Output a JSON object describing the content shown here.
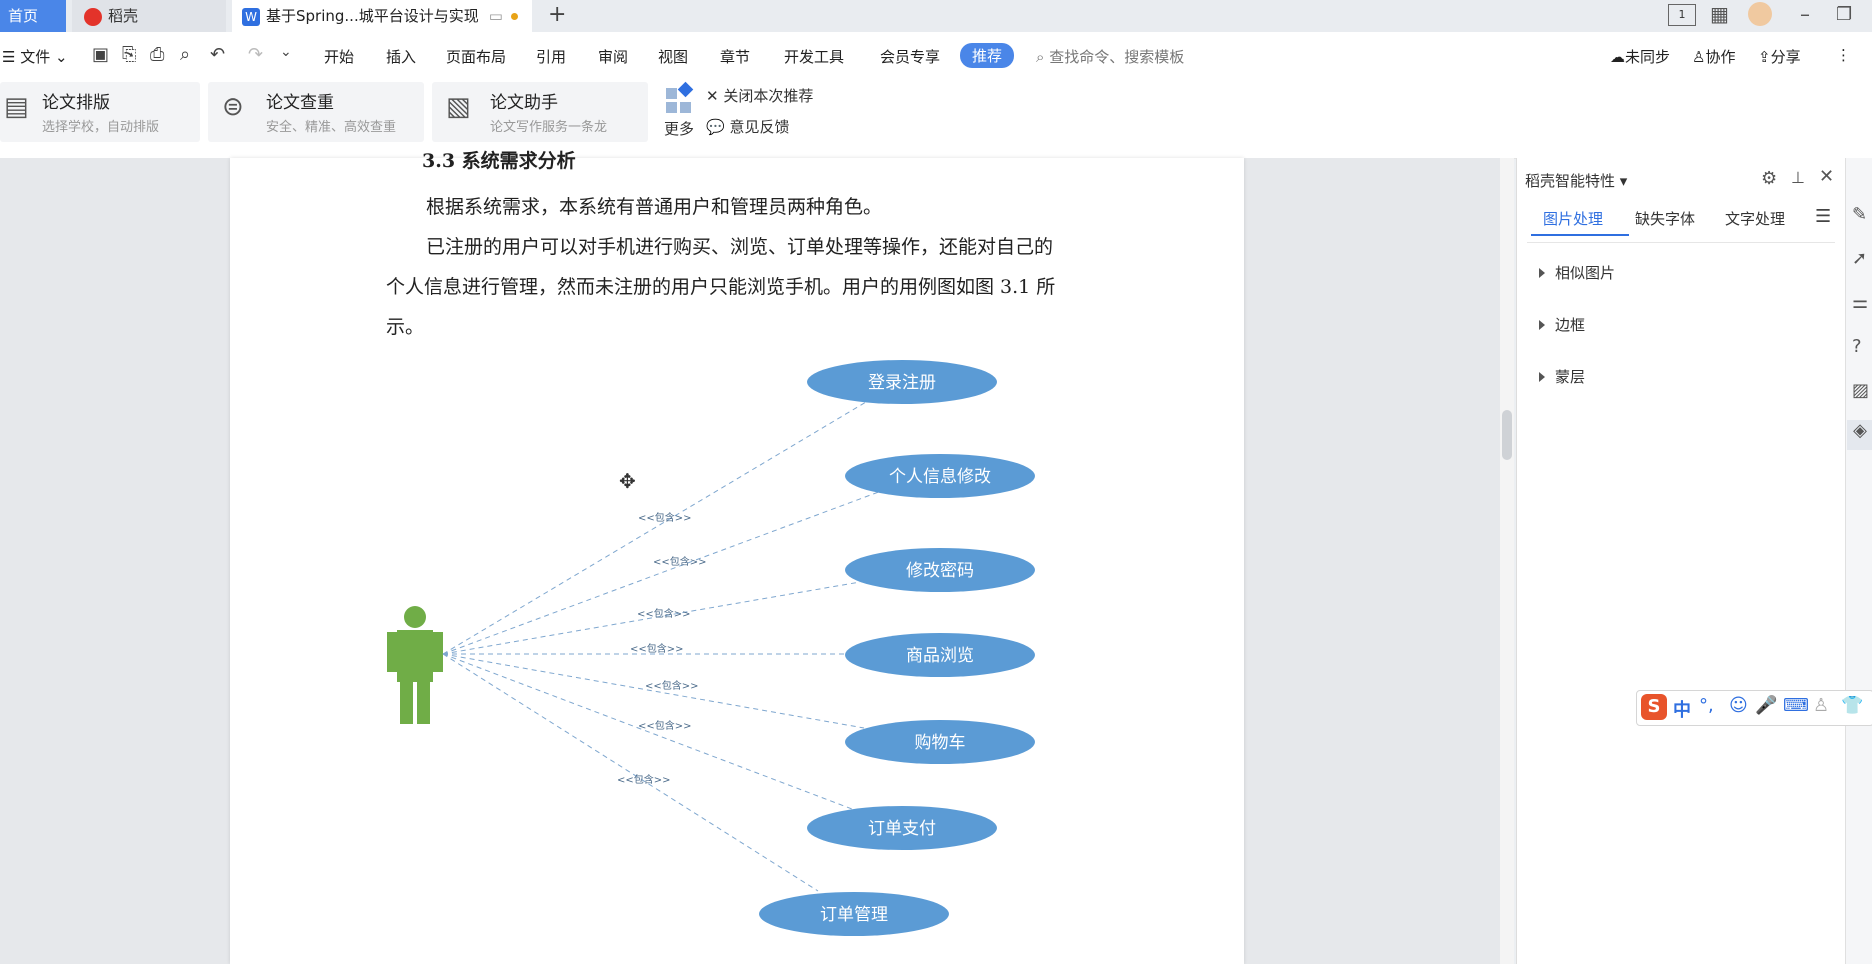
{
  "tabs": {
    "home": "首页",
    "daoke": "稻壳",
    "doc": "基于Spring...城平台设计与实现"
  },
  "menubar": {
    "file": "文件",
    "items": [
      "开始",
      "插入",
      "页面布局",
      "引用",
      "审阅",
      "视图",
      "章节",
      "开发工具",
      "会员专享"
    ],
    "recommend": "推荐",
    "search_placeholder": "查找命令、搜索模板",
    "sync": "未同步",
    "collab": "协作",
    "share": "分享"
  },
  "ribbon": {
    "cards": [
      {
        "title": "论文排版",
        "sub": "选择学校，自动排版"
      },
      {
        "title": "论文查重",
        "sub": "安全、精准、高效查重"
      },
      {
        "title": "论文助手",
        "sub": "论文写作服务一条龙"
      }
    ],
    "more": "更多",
    "close_rec": "关闭本次推荐",
    "feedback": "意见反馈"
  },
  "document": {
    "heading": "3.3   系统需求分析",
    "p1": "根据系统需求，本系统有普通用户和管理员两种角色。",
    "p2a": "已注册的用户可以对手机进行购买、浏览、订单处理等操作，还能对自己的",
    "p2b": "个人信息进行管理，然而未注册的用户只能浏览手机。用户的用例图如图 3.1 所",
    "p2c": "示。"
  },
  "diagram": {
    "include_label": "<<包含>>",
    "usecases": [
      "登录注册",
      "个人信息修改",
      "修改密码",
      "商品浏览",
      "购物车",
      "订单支付",
      "订单管理"
    ],
    "colors": {
      "ellipse": "#5b9bd5",
      "actor": "#70ad47",
      "line": "#7fa7cf"
    }
  },
  "side_panel": {
    "title": "稻壳智能特性",
    "tabs": [
      "图片处理",
      "缺失字体",
      "文字处理"
    ],
    "items": [
      "相似图片",
      "边框",
      "蒙层"
    ]
  },
  "ime": {
    "label": "中"
  }
}
